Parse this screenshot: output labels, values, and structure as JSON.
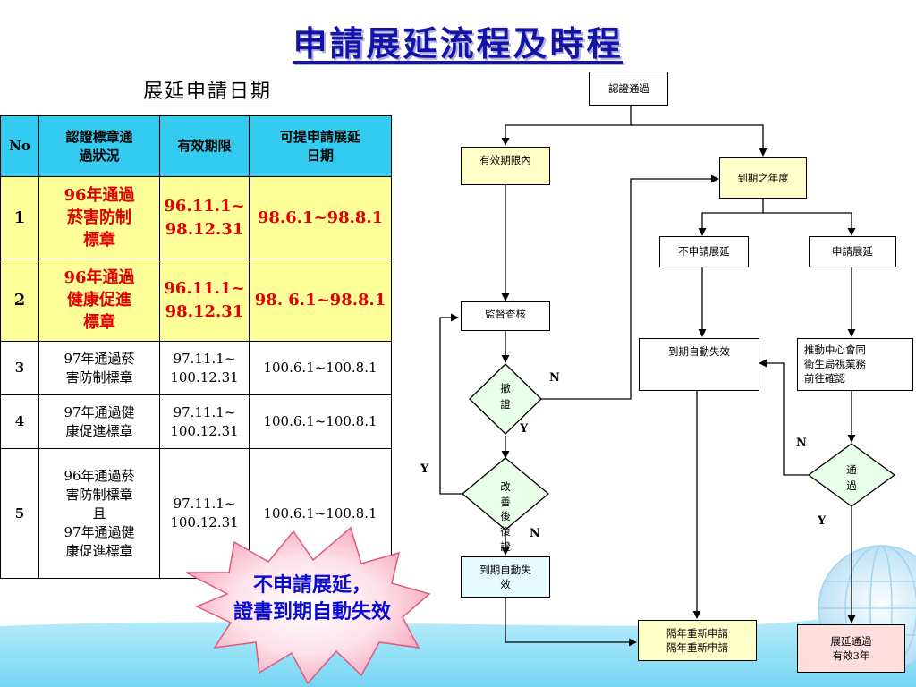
{
  "title": "申請展延流程及時程",
  "subtitle": "展延申請日期",
  "table": {
    "headers": [
      "No",
      "認證標章通\n過狀況",
      "有效期限",
      "可提申請展延\n日期"
    ],
    "rows": [
      {
        "no": "1",
        "status": "96年通過\n菸害防制\n標章",
        "validity": "96.11.1~\n98.12.31",
        "apply": "98.6.1~98.8.1"
      },
      {
        "no": "2",
        "status": "96年通過\n健康促進\n標章",
        "validity": "96.11.1~\n98.12.31",
        "apply": "98. 6.1~98.8.1"
      },
      {
        "no": "3",
        "status": "97年通過菸\n害防制標章",
        "validity": "97.11.1~\n100.12.31",
        "apply": "100.6.1~100.8.1"
      },
      {
        "no": "4",
        "status": "97年通過健\n康促進標章",
        "validity": "97.11.1~\n100.12.31",
        "apply": "100.6.1~100.8.1"
      },
      {
        "no": "5",
        "status": "96年通過菸\n害防制標章\n且\n97年通過健\n康促進標章",
        "validity": "97.11.1~\n100.12.31",
        "apply": "100.6.1~100.8.1"
      }
    ]
  },
  "callout": {
    "line1": "不申請展延，",
    "line2": "證書到期自動失效"
  },
  "flow": {
    "cert_passed": "認證通過",
    "within_validity": "有效期限內",
    "expiry_year": "到期之年度",
    "no_extension": "不申請展延",
    "apply_extension": "申請展延",
    "supervision": "監督查核",
    "revoke": "撤\n證",
    "improve": "改\n善\n後\n復\n證",
    "auto_expire_left": "到期自動失\n效",
    "auto_expire_mid": "到期自動失效",
    "health_center": "推動中心會同\n衛生局視業務\n前往確認",
    "pass": "通\n過",
    "reapply": "隔年重新申請\n隔年重新申請",
    "extension_passed": "展延通過\n有效3年",
    "label_n": "N",
    "label_y": "Y"
  },
  "colors": {
    "title": "#1414a8",
    "header_bg": "#33ccf0",
    "highlight_bg": "#ffff99",
    "highlight_text": "#e00000",
    "callout_text": "#0a0ad2"
  }
}
